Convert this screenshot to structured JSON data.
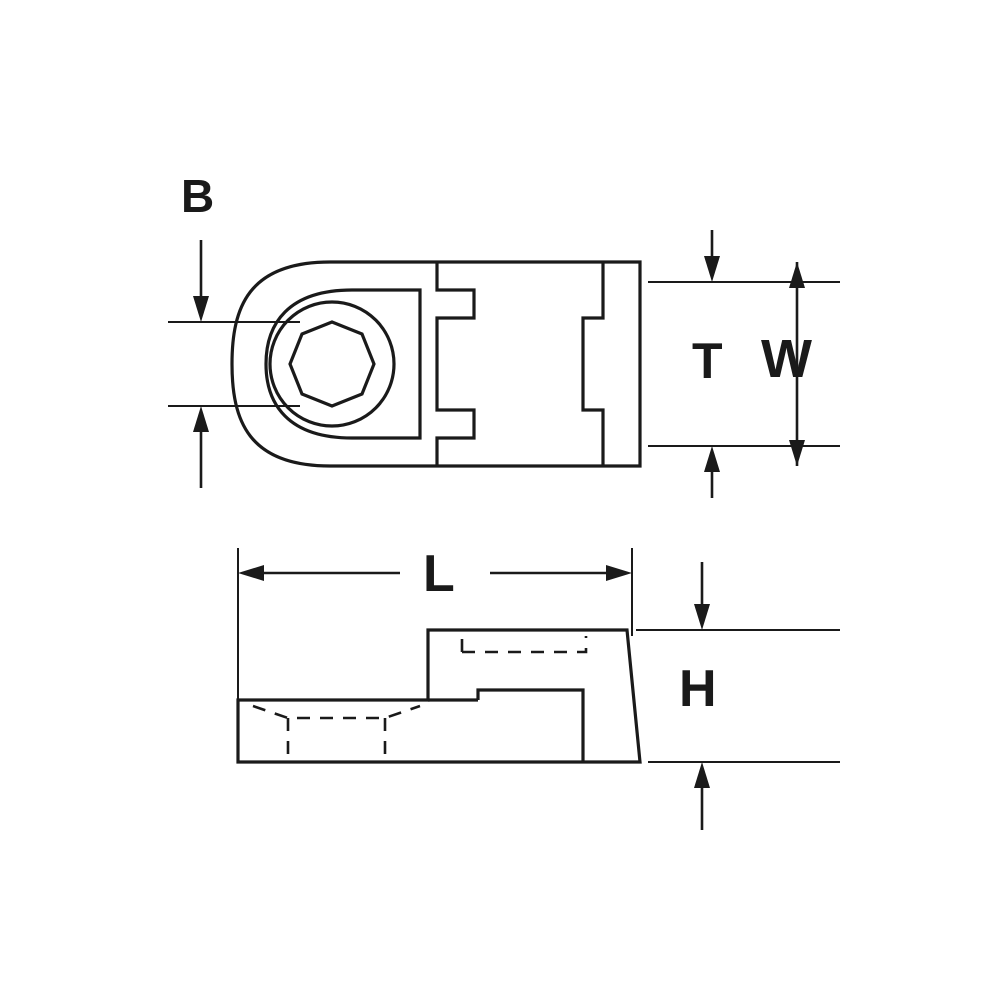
{
  "diagram": {
    "title": "Cable tie mount dimensional drawing",
    "background_color": "#ffffff",
    "line_color": "#1a1a1a",
    "views": [
      {
        "name": "top-view",
        "description": "Top view of saddle-type cable tie mount showing mounting hole and strap slot"
      },
      {
        "name": "side-view",
        "description": "Side elevation view of cable tie mount showing profile and hidden strap channel"
      }
    ],
    "dimension_labels": [
      {
        "key": "B",
        "text": "B",
        "view": "top-view",
        "font_size": 46
      },
      {
        "key": "T",
        "text": "T",
        "view": "top-view",
        "font_size": 50
      },
      {
        "key": "W",
        "text": "W",
        "view": "top-view",
        "font_size": 54
      },
      {
        "key": "L",
        "text": "L",
        "view": "side-view",
        "font_size": 52
      },
      {
        "key": "H",
        "text": "H",
        "view": "side-view",
        "font_size": 52
      }
    ]
  }
}
